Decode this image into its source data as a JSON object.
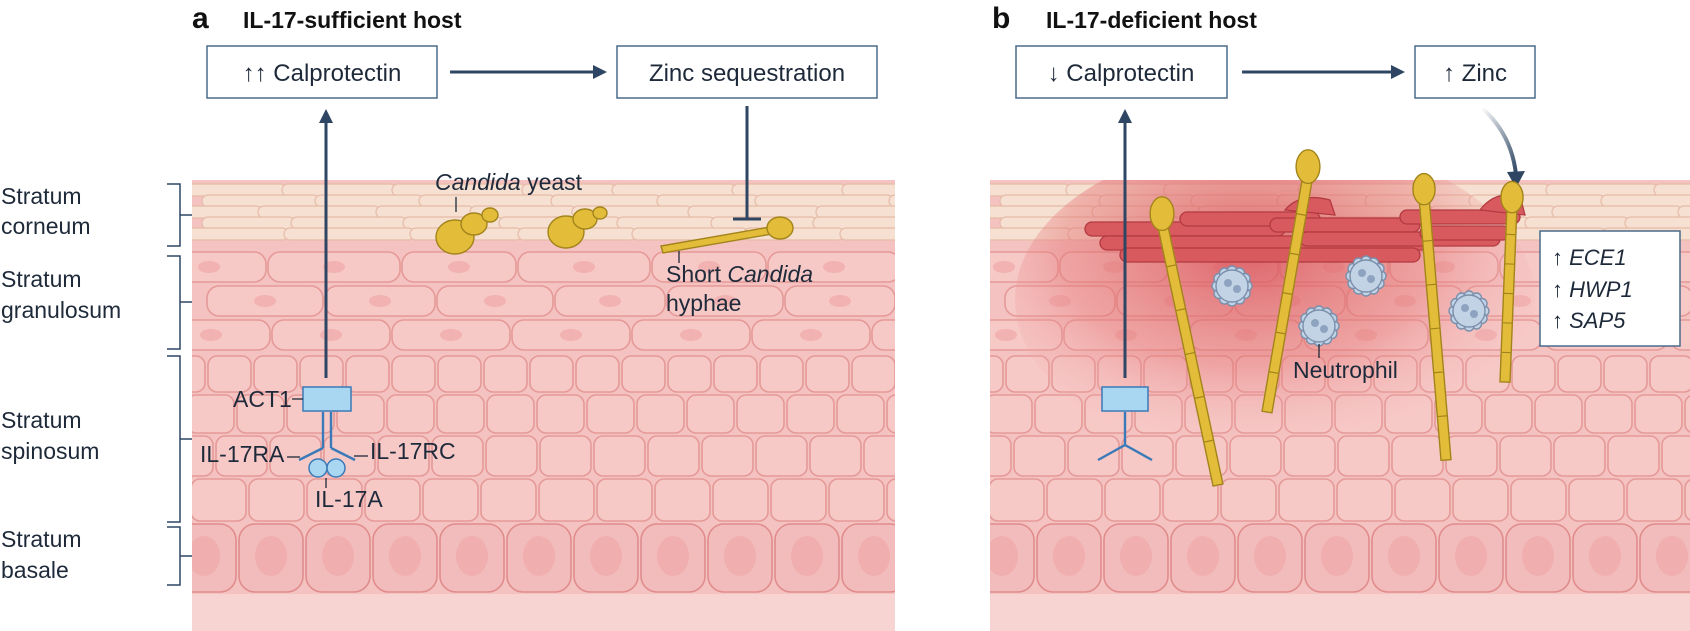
{
  "panel_a": {
    "letter": "a",
    "title": "IL-17-sufficient host",
    "box_calprotectin": "↑↑ Calprotectin",
    "box_zinc": "Zinc sequestration",
    "candida_yeast_italic": "Candida",
    "candida_yeast_rest": " yeast",
    "hyphae_line1_prefix": "Short ",
    "hyphae_line1_italic": "Candida",
    "hyphae_line2": "hyphae",
    "act1": "ACT1",
    "il17ra": "IL-17RA",
    "il17rc": "IL-17RC",
    "il17a": "IL-17A"
  },
  "panel_b": {
    "letter": "b",
    "title": "IL-17-deficient host",
    "box_calprotectin": "↓ Calprotectin",
    "box_zinc": "↑ Zinc",
    "neutrophil": "Neutrophil",
    "genes": [
      {
        "arrow": "↑ ",
        "name": "ECE1"
      },
      {
        "arrow": "↑ ",
        "name": "HWP1"
      },
      {
        "arrow": "↑ ",
        "name": "SAP5"
      }
    ]
  },
  "layers": [
    {
      "line1": "Stratum",
      "line2": "corneum"
    },
    {
      "line1": "Stratum",
      "line2": "granulosum"
    },
    {
      "line1": "Stratum",
      "line2": "spinosum"
    },
    {
      "line1": "Stratum",
      "line2": "basale"
    }
  ],
  "colors": {
    "arrow": "#2e4663",
    "skin_cell": "#f6c8c6",
    "inflammation": "#d85a5e",
    "candida": "#e3bd3a",
    "receptor": "#3a7ab8"
  }
}
